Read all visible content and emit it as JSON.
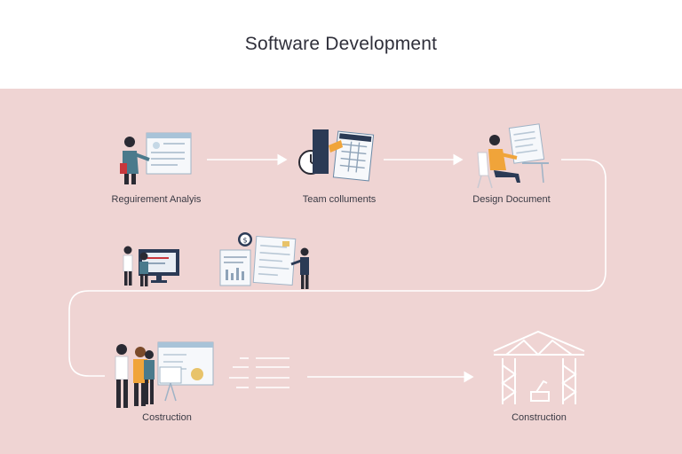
{
  "header": {
    "title": "Software Development"
  },
  "steps": [
    {
      "label": "Reguirement Analyis"
    },
    {
      "label": "Team colluments"
    },
    {
      "label": "Design Document"
    },
    {
      "label": "Costruction"
    },
    {
      "label": "Construction"
    }
  ],
  "icons": [
    "person-presenting-icon",
    "clock-icon",
    "calendar-document-icon",
    "person-at-desk-icon",
    "team-monitor-icon",
    "dollar-icon",
    "documents-icon",
    "presenter-icon",
    "team-board-icon",
    "checklist-icon",
    "construction-frame-icon"
  ],
  "colors": {
    "background": "#efd4d3",
    "header": "#ffffff",
    "line": "#ffffff",
    "navy": "#2b3a55",
    "teal": "#4a7a8c",
    "orange": "#f0a43a",
    "red": "#c8373c",
    "gold": "#e8c36a"
  }
}
